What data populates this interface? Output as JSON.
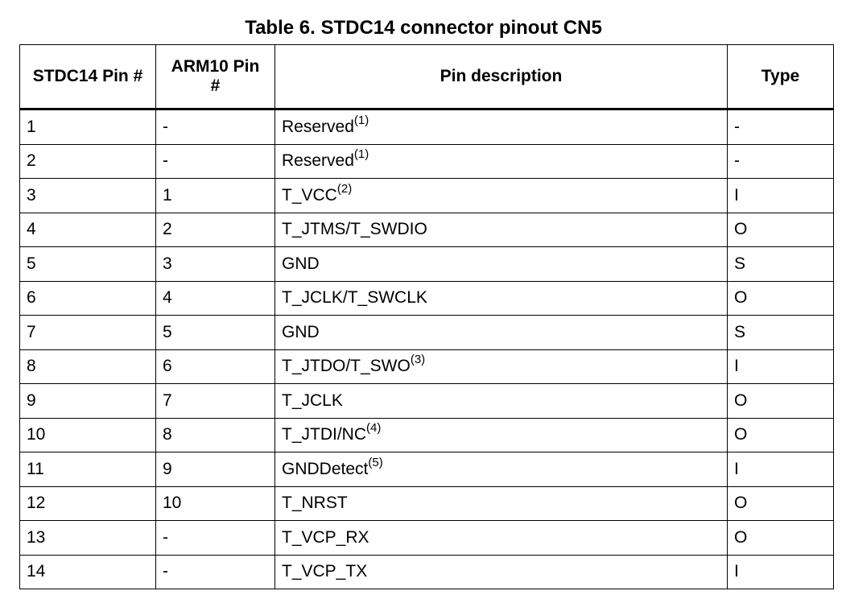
{
  "title": "Table 6. STDC14 connector pinout CN5",
  "table": {
    "headers": [
      "STDC14 Pin #",
      "ARM10 Pin #",
      "Pin description",
      "Type"
    ],
    "rows": [
      {
        "stdc14": "1",
        "arm10": "-",
        "desc": "Reserved",
        "note": "(1)",
        "type": "-"
      },
      {
        "stdc14": "2",
        "arm10": "-",
        "desc": "Reserved",
        "note": "(1)",
        "type": "-"
      },
      {
        "stdc14": "3",
        "arm10": "1",
        "desc": "T_VCC",
        "note": "(2)",
        "type": "I"
      },
      {
        "stdc14": "4",
        "arm10": "2",
        "desc": "T_JTMS/T_SWDIO",
        "note": "",
        "type": "O"
      },
      {
        "stdc14": "5",
        "arm10": "3",
        "desc": "GND",
        "note": "",
        "type": "S"
      },
      {
        "stdc14": "6",
        "arm10": "4",
        "desc": "T_JCLK/T_SWCLK",
        "note": "",
        "type": "O"
      },
      {
        "stdc14": "7",
        "arm10": "5",
        "desc": "GND",
        "note": "",
        "type": "S"
      },
      {
        "stdc14": "8",
        "arm10": "6",
        "desc": "T_JTDO/T_SWO",
        "note": "(3)",
        "type": "I"
      },
      {
        "stdc14": "9",
        "arm10": "7",
        "desc": "T_JCLK",
        "note": "",
        "type": "O"
      },
      {
        "stdc14": "10",
        "arm10": "8",
        "desc": "T_JTDI/NC",
        "note": "(4)",
        "type": "O"
      },
      {
        "stdc14": "11",
        "arm10": "9",
        "desc": "GNDDetect",
        "note": "(5)",
        "type": "I"
      },
      {
        "stdc14": "12",
        "arm10": "10",
        "desc": "T_NRST",
        "note": "",
        "type": "O"
      },
      {
        "stdc14": "13",
        "arm10": "-",
        "desc": "T_VCP_RX",
        "note": "",
        "type": "O"
      },
      {
        "stdc14": "14",
        "arm10": "-",
        "desc": "T_VCP_TX",
        "note": "",
        "type": "I"
      }
    ]
  }
}
